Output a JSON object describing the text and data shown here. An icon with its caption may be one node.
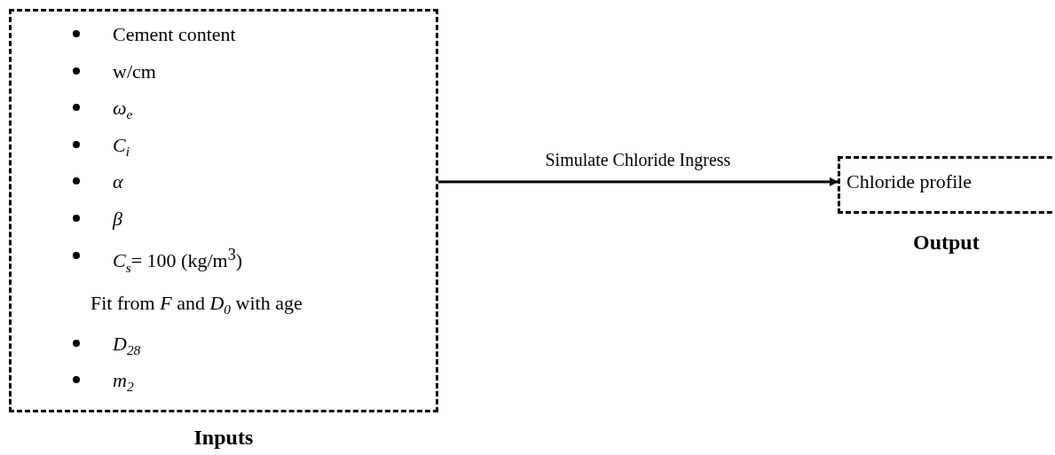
{
  "diagram": {
    "nodes": [
      {
        "text": [
          "Cement content",
          "w/cm",
          "*ω*$_{e}$",
          "*C*$_{i}$",
          "*α*",
          "*β*",
          "*C*$_{s}$= 100 (kg/m$^{3}$)",
          "Fit from *F* and *D*$_{0}$ with age",
          "*D*$_{28}$",
          "*m*$_{2}$",
          "Inputs"
        ]
      },
      {
        "text": [
          "Chloride profile",
          "Output"
        ]
      }
    ],
    "edges": [
      {
        "from": 0,
        "to": 1,
        "arrow": "to",
        "label": "Simulate Chloride Ingress"
      }
    ]
  }
}
